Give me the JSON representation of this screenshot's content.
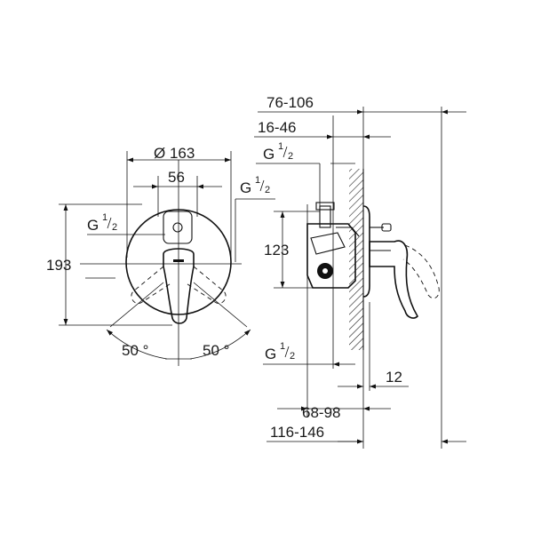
{
  "front_view": {
    "diameter": "Ø 163",
    "width_56": "56",
    "g_right": {
      "base": "G",
      "num": "1",
      "den": "2"
    },
    "g_left": {
      "base": "G",
      "num": "1",
      "den": "2"
    },
    "height_193": "193",
    "angle_left": "50 °",
    "angle_right": "50 °"
  },
  "side_view": {
    "dim_76_106": "76-106",
    "dim_16_46": "16-46",
    "g_top": {
      "base": "G",
      "num": "1",
      "den": "2"
    },
    "dim_123": "123",
    "g_bottom": {
      "base": "G",
      "num": "1",
      "den": "2"
    },
    "dim_12": "12",
    "dim_68_98": "68-98",
    "dim_116_146": "116-146"
  }
}
